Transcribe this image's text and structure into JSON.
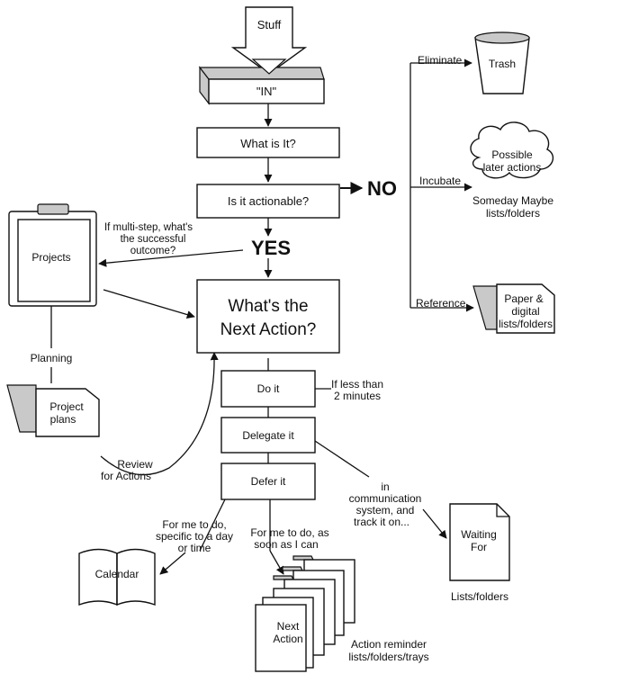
{
  "nodes": {
    "stuff": "Stuff",
    "in": "\"IN\"",
    "what_is_it": "What is It?",
    "is_actionable": "Is it  actionable?",
    "no": "NO",
    "yes": "YES",
    "next_action_1": "What's the",
    "next_action_2": "Next Action?",
    "do_it": "Do it",
    "delegate_it": "Delegate it",
    "defer_it": "Defer it",
    "projects": "Projects",
    "project_plans_1": "Project",
    "project_plans_2": "plans",
    "trash": "Trash",
    "possible_1": "Possible",
    "possible_2": "later actions",
    "paper_1": "Paper &",
    "paper_2": "digital",
    "paper_3": "lists/folders",
    "calendar": "Calendar",
    "waiting_1": "Waiting",
    "waiting_2": "For",
    "next_card_1": "Next",
    "next_card_2": "Action"
  },
  "labels": {
    "eliminate": "Eliminate",
    "incubate": "Incubate",
    "reference": "Reference",
    "someday_1": "Someday Maybe",
    "someday_2": "lists/folders",
    "multistep_1": "If multi-step, what's",
    "multistep_2": "the successful",
    "multistep_3": "outcome?",
    "planning": "Planning",
    "review_1": "Review",
    "review_2": "for Actions",
    "less_1": "If less than",
    "less_2": "2 minutes",
    "comm_1": "in",
    "comm_2": "communication",
    "comm_3": "system, and",
    "comm_4": "track it on...",
    "me_day_1": "For me to do,",
    "me_day_2": "specific to a day",
    "me_day_3": "or time",
    "me_soon_1": "For me to do, as",
    "me_soon_2": "soon as I can",
    "lists_folders": "Lists/folders",
    "reminder_1": "Action reminder",
    "reminder_2": "lists/folders/trays"
  }
}
